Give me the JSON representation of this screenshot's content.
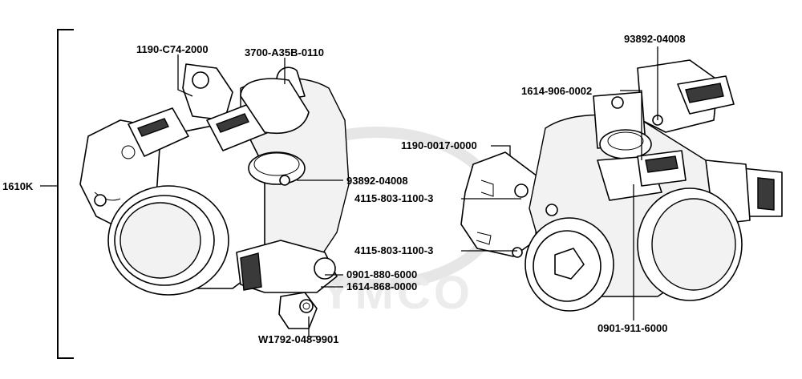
{
  "assembly": {
    "label": "1610K"
  },
  "watermark": {
    "text": "YMCO"
  },
  "parts": [
    {
      "id": "p1",
      "label": "1190-C74-2000"
    },
    {
      "id": "p2",
      "label": "3700-A35B-0110"
    },
    {
      "id": "p3",
      "label": "93892-04008"
    },
    {
      "id": "p4",
      "label": "0901-880-6000"
    },
    {
      "id": "p5",
      "label": "1614-868-0000"
    },
    {
      "id": "p6",
      "label": "W1792-048-9901"
    },
    {
      "id": "p7",
      "label": "93892-04008"
    },
    {
      "id": "p8",
      "label": "1614-906-0002"
    },
    {
      "id": "p9",
      "label": "1190-0017-0000"
    },
    {
      "id": "p10",
      "label": "4115-803-1100-3"
    },
    {
      "id": "p11",
      "label": "4115-803-1100-3"
    },
    {
      "id": "p12",
      "label": "0901-911-6000"
    }
  ],
  "colors": {
    "ink": "#000000",
    "paper": "#ffffff",
    "watermark": "#e6e6e6"
  }
}
